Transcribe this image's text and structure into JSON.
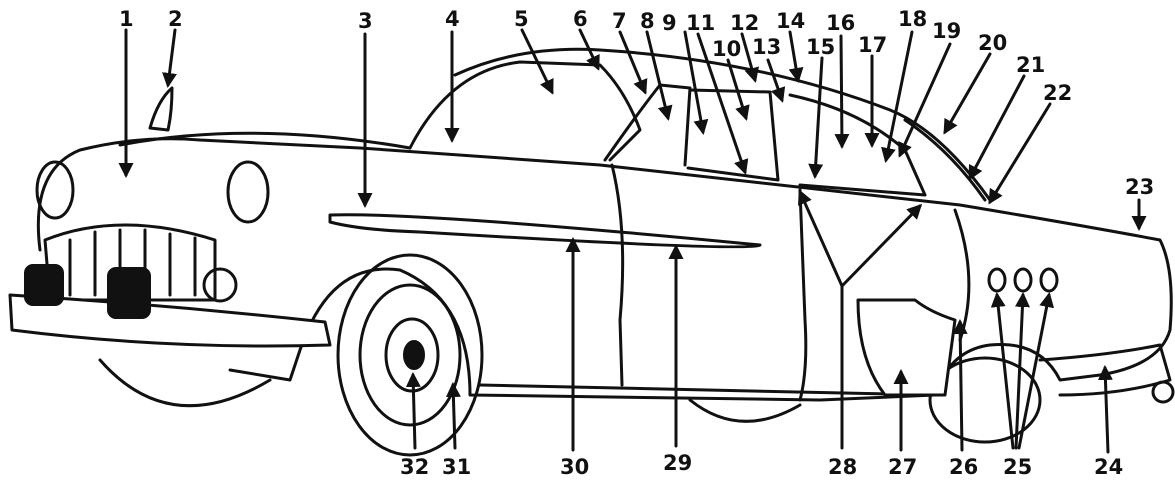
{
  "callouts": [
    {
      "id": "c1",
      "text": "1"
    },
    {
      "id": "c2",
      "text": "2"
    },
    {
      "id": "c3",
      "text": "3"
    },
    {
      "id": "c4",
      "text": "4"
    },
    {
      "id": "c5",
      "text": "5"
    },
    {
      "id": "c6",
      "text": "6"
    },
    {
      "id": "c7",
      "text": "7"
    },
    {
      "id": "c8",
      "text": "8"
    },
    {
      "id": "c9",
      "text": "9"
    },
    {
      "id": "c10",
      "text": "10"
    },
    {
      "id": "c11",
      "text": "11"
    },
    {
      "id": "c12",
      "text": "12"
    },
    {
      "id": "c13",
      "text": "13"
    },
    {
      "id": "c14",
      "text": "14"
    },
    {
      "id": "c15",
      "text": "15"
    },
    {
      "id": "c16",
      "text": "16"
    },
    {
      "id": "c17",
      "text": "17"
    },
    {
      "id": "c18",
      "text": "18"
    },
    {
      "id": "c19",
      "text": "19"
    },
    {
      "id": "c20",
      "text": "20"
    },
    {
      "id": "c21",
      "text": "21"
    },
    {
      "id": "c22",
      "text": "22"
    },
    {
      "id": "c23",
      "text": "23"
    },
    {
      "id": "c24",
      "text": "24"
    },
    {
      "id": "c25",
      "text": "25"
    },
    {
      "id": "c26",
      "text": "26"
    },
    {
      "id": "c27",
      "text": "27"
    },
    {
      "id": "c28",
      "text": "28"
    },
    {
      "id": "c29",
      "text": "29"
    },
    {
      "id": "c30",
      "text": "30"
    },
    {
      "id": "c31",
      "text": "31"
    },
    {
      "id": "c32",
      "text": "32"
    }
  ],
  "colors": {
    "ink": "#111111",
    "paper": "#ffffff"
  }
}
